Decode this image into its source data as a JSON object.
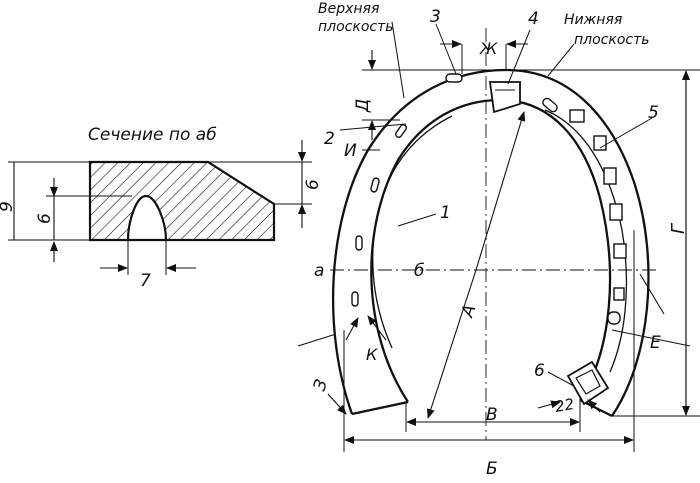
{
  "drawing": {
    "section_title": "Сечение по аб",
    "upper_plane_line1": "Верхняя",
    "upper_plane_line2": "плоскость",
    "lower_plane_line1": "Нижняя",
    "lower_plane_line2": "плоскость",
    "section_dims": {
      "height_total": "9",
      "height_partial": "6",
      "height_right": "6",
      "width_bottom": "7"
    },
    "part_numbers": {
      "p1": "1",
      "p2": "2",
      "p3": "3",
      "p4": "4",
      "p5": "5",
      "p6": "6"
    },
    "dimension_letters": {
      "A": "А",
      "B": "Б",
      "V": "В",
      "G": "Г",
      "D": "Д",
      "E": "Е",
      "Zh": "Ж",
      "Z": "З",
      "I": "И",
      "K": "К"
    },
    "section_marks": {
      "a": "а",
      "b": "б"
    },
    "angle_22": "22"
  }
}
